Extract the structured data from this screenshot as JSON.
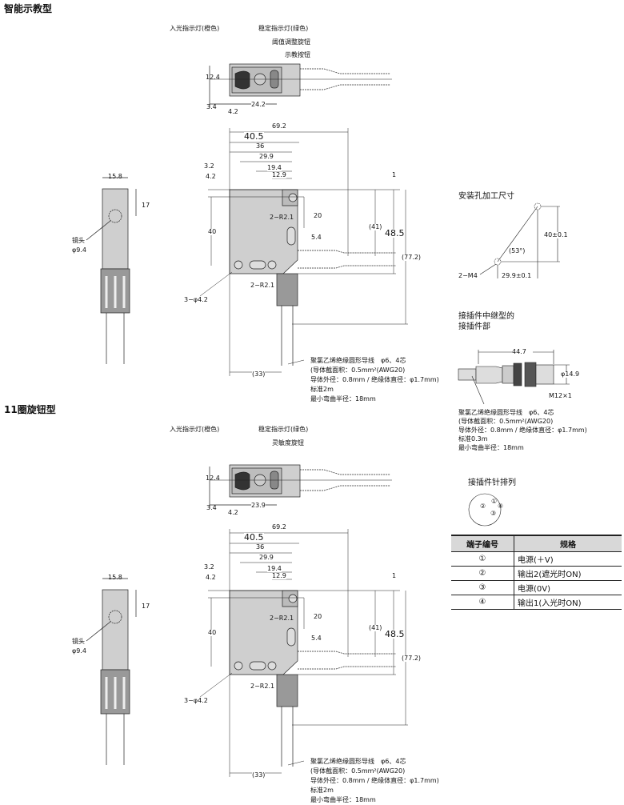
{
  "sections": [
    {
      "title": "智能示教型",
      "top_view": {
        "labels": [
          "入光指示灯(橙色)",
          "稳定指示灯(绿色)",
          "阈值调整旋钮",
          "示教按钮"
        ],
        "dims": {
          "height": "12.4",
          "offset_a": "3.4",
          "offset_b": "4.2",
          "width": "24.2"
        }
      },
      "side_view": {
        "width": "15.8",
        "lens_offset": "17",
        "lens_label": "镜头",
        "lens_dia": "φ9.4"
      },
      "front_view": {
        "d69": "69.2",
        "d40_5": "40.5",
        "d36": "36",
        "d29_9": "29.9",
        "d3_2": "3.2",
        "d19_4": "19.4",
        "d4_2": "4.2",
        "d12_9": "12.9",
        "d1": "1",
        "d40": "40",
        "d20": "20",
        "d5_4": "5.4",
        "d41": "(41)",
        "d48_5": "48.5",
        "d77_2": "(77.2)",
        "holes": "3−φ4.2",
        "r1": "2−R2.1",
        "r2": "2−R2.1",
        "d33": "(33)"
      },
      "cable_note": [
        "聚氯乙烯绝缘圆形导线　φ6、4芯",
        "(导体截面积：0.5mm²(AWG20)",
        "导体外径：0.8mm / 绝缘体直径：φ1.7mm)",
        "标准2m",
        "最小弯曲半径：18mm"
      ]
    },
    {
      "title": "11圈旋钮型",
      "top_view": {
        "labels": [
          "入光指示灯(橙色)",
          "稳定指示灯(绿色)",
          "灵敏度旋钮",
          ""
        ],
        "dims": {
          "height": "12.4",
          "offset_a": "3.4",
          "offset_b": "4.2",
          "width": "23.9"
        }
      },
      "side_view": {
        "width": "15.8",
        "lens_offset": "17",
        "lens_label": "镜头",
        "lens_dia": "φ9.4"
      },
      "front_view": {
        "d69": "69.2",
        "d40_5": "40.5",
        "d36": "36",
        "d29_9": "29.9",
        "d3_2": "3.2",
        "d19_4": "19.4",
        "d4_2": "4.2",
        "d12_9": "12.9",
        "d1": "1",
        "d40": "40",
        "d20": "20",
        "d5_4": "5.4",
        "d41": "(41)",
        "d48_5": "48.5",
        "d77_2": "(77.2)",
        "holes": "3−φ4.2",
        "r1": "2−R2.1",
        "r2": "2−R2.1",
        "d33": "(33)"
      },
      "cable_note": [
        "聚氯乙烯绝缘圆形导线　φ6、4芯",
        "(导体截面积：0.5mm²(AWG20)",
        "导体外径：0.8mm / 绝缘体直径：φ1.7mm)",
        "标准2m",
        "最小弯曲半径：18mm"
      ]
    }
  ],
  "mounting": {
    "title": "安装孔加工尺寸",
    "vertical": "40±0.1",
    "angle": "(53°)",
    "holes": "2−M4",
    "horizontal": "29.9±0.1"
  },
  "connector": {
    "title": [
      "接插件中继型的",
      "接插件部"
    ],
    "length": "44.7",
    "diameter": "φ14.9",
    "thread": "M12×1",
    "note": [
      "聚氯乙烯绝缘圆形导线　φ6、4芯",
      "(导体截面积：0.5mm²(AWG20)",
      "导体外径：0.8mm / 绝缘体直径：φ1.7mm)",
      "标准0.3m",
      "最小弯曲半径：18mm"
    ]
  },
  "pin_layout": {
    "title": "接插件针排列",
    "pins": [
      "①",
      "②",
      "③",
      "④"
    ]
  },
  "terminal_table": {
    "headers": [
      "端子编号",
      "规格"
    ],
    "rows": [
      [
        "①",
        "电源(＋V)"
      ],
      [
        "②",
        "输出2(遮光时ON)"
      ],
      [
        "③",
        "电源(0V)"
      ],
      [
        "④",
        "输出1(入光时ON)"
      ]
    ]
  }
}
